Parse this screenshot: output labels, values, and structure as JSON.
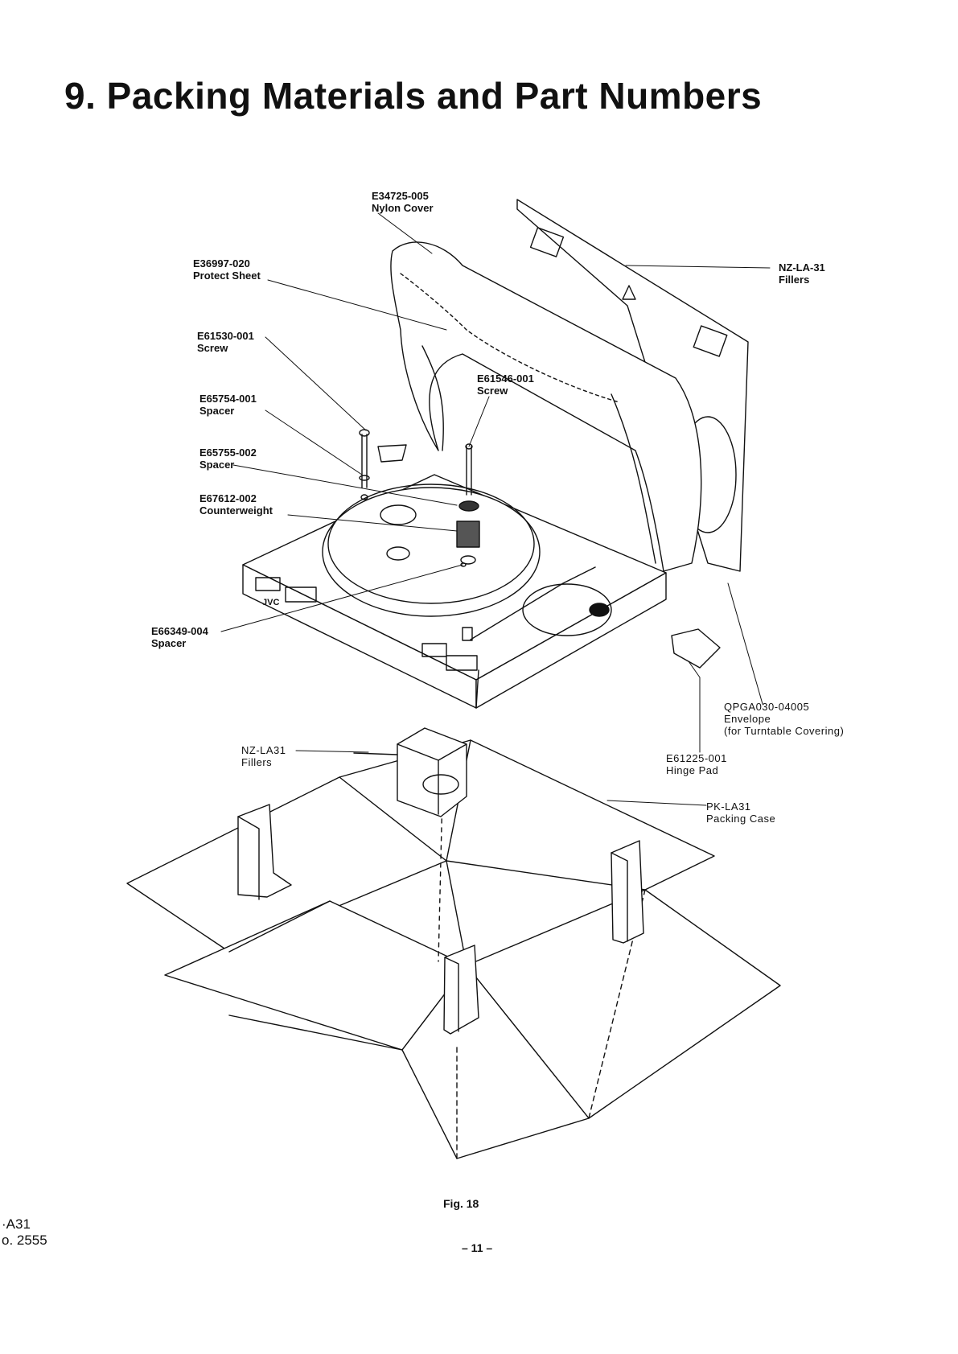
{
  "page": {
    "title": "9. Packing Materials and Part Numbers",
    "figure_caption": "Fig. 18",
    "page_number": "– 11 –",
    "corner_lines": [
      "·A31",
      "o. 2555"
    ]
  },
  "drawing": {
    "brand_mark": "JVC"
  },
  "callouts": [
    {
      "part_number": "E34725-005",
      "name": "Nylon Cover"
    },
    {
      "part_number": "NZ-LA-31",
      "name": "Fillers"
    },
    {
      "part_number": "E36997-020",
      "name": "Protect Sheet"
    },
    {
      "part_number": "E61530-001",
      "name": "Screw"
    },
    {
      "part_number": "E61546-001",
      "name": "Screw"
    },
    {
      "part_number": "E65754-001",
      "name": "Spacer"
    },
    {
      "part_number": "E65755-002",
      "name": "Spacer"
    },
    {
      "part_number": "E67612-002",
      "name": "Counterweight"
    },
    {
      "part_number": "E66349-004",
      "name": "Spacer"
    },
    {
      "part_number": "QPGA030-04005",
      "name": "Envelope",
      "note": "(for Turntable Covering)"
    },
    {
      "part_number": "NZ-LA31",
      "name": "Fillers"
    },
    {
      "part_number": "E61225-001",
      "name": "Hinge Pad"
    },
    {
      "part_number": "PK-LA31",
      "name": "Packing Case"
    }
  ]
}
